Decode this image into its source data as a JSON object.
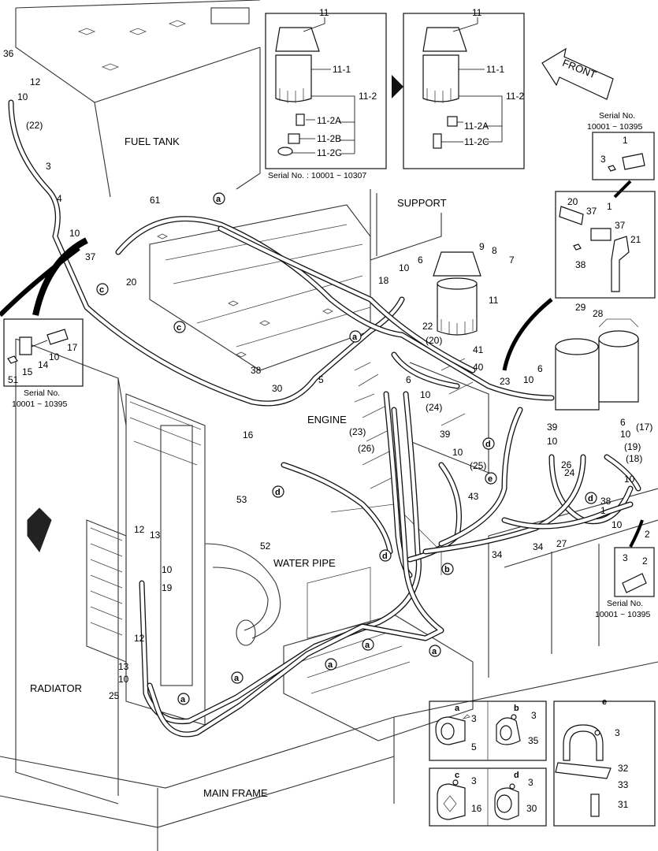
{
  "labels": {
    "fuel_tank": "FUEL TANK",
    "support": "SUPPORT",
    "engine": "ENGINE",
    "water_pipe": "WATER PIPE",
    "radiator": "RADIATOR",
    "main_frame": "MAIN FRAME",
    "front": "FRONT"
  },
  "serial_notes": {
    "top_filter": "Serial No. : 10001 ~ 10307",
    "left_inset": [
      "Serial No.",
      "10001 ~ 10395"
    ],
    "right_top_inset": [
      "Serial No.",
      "10001 ~ 10395"
    ],
    "right_bottom_inset": [
      "Serial No.",
      "10001 ~ 10395"
    ]
  },
  "filter_callouts": {
    "left": [
      "11",
      "11-1",
      "11-2",
      "11-2A",
      "11-2B",
      "11-2C"
    ],
    "right": [
      "11",
      "11-1",
      "11-2",
      "11-2A",
      "11-2C"
    ]
  },
  "part_numbers": {
    "p36": "36",
    "p12a": "12",
    "p10a": "10",
    "p22a": "(22)",
    "p3a": "3",
    "p4": "4",
    "p10b": "10",
    "p37a": "37",
    "p20a": "20",
    "p61": "61",
    "p18": "18",
    "p10c": "10",
    "p6a": "6",
    "p9": "9",
    "p8": "8",
    "p7": "7",
    "p11": "11",
    "p22b": "22",
    "p20b": "(20)",
    "p41": "41",
    "p40": "40",
    "p38a": "38",
    "p30": "30",
    "p5": "5",
    "p16": "16",
    "p6b": "6",
    "p10d": "10",
    "p24": "(24)",
    "p23a": "(23)",
    "p26a": "(26)",
    "p39a": "39",
    "p10e": "10",
    "p25a": "(25)",
    "p53": "53",
    "p52": "52",
    "p43": "43",
    "p34a": "34",
    "p34b": "34",
    "p27": "27",
    "p29": "29",
    "p28": "28",
    "p23b": "23",
    "p10f": "10",
    "p6c": "6",
    "p39b": "39",
    "p10g": "10",
    "p6d": "6",
    "p10h": "10",
    "p19": "(19)",
    "p17": "(17)",
    "p18b": "(18)",
    "p26b": "26",
    "p24b": "24",
    "p10i": "10",
    "p38b": "38",
    "p1": "1",
    "p10j": "10",
    "p2": "2",
    "p12b": "12",
    "p13a": "13",
    "p10k": "10",
    "p19b": "19",
    "p12c": "12",
    "p13b": "13",
    "p10l": "10",
    "p25b": "25",
    "inset_l_17": "17",
    "inset_l_10": "10",
    "inset_l_14": "14",
    "inset_l_15": "15",
    "inset_l_51": "51",
    "inset_rt_1": "1",
    "inset_rt_3": "3",
    "inset_r2_20": "20",
    "inset_r2_37a": "37",
    "inset_r2_1": "1",
    "inset_r2_37b": "37",
    "inset_r2_21": "21",
    "inset_r2_38": "38",
    "inset_rb_3": "3",
    "inset_rb_2": "2"
  },
  "clamp_letters": {
    "a": "a",
    "b": "b",
    "c": "c",
    "d": "d",
    "e": "e"
  },
  "clamp_details": {
    "a": {
      "title": "a",
      "parts": [
        "3",
        "5"
      ]
    },
    "b": {
      "title": "b",
      "parts": [
        "3",
        "35"
      ]
    },
    "c": {
      "title": "c",
      "parts": [
        "3",
        "16"
      ]
    },
    "d": {
      "title": "d",
      "parts": [
        "3",
        "30"
      ]
    },
    "e": {
      "title": "e",
      "parts": [
        "3",
        "32",
        "33",
        "31"
      ]
    }
  }
}
